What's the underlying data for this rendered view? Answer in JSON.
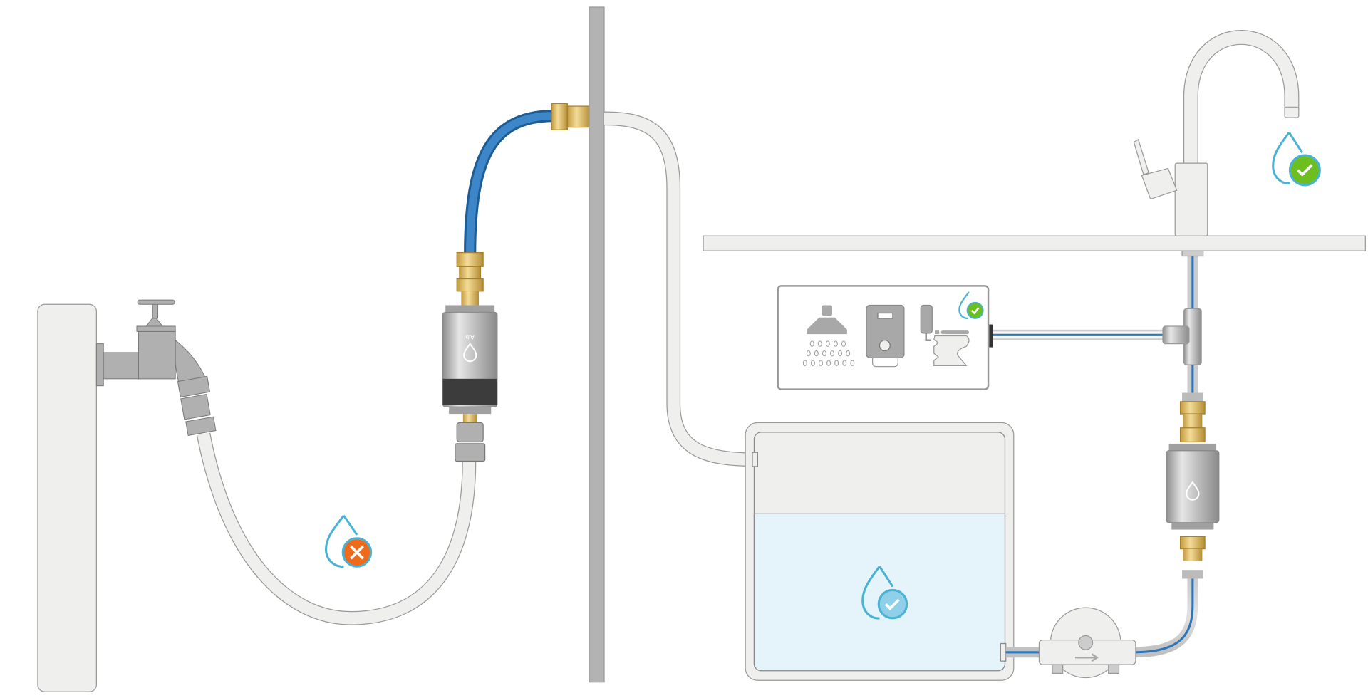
{
  "diagram": {
    "filter_logo_text": "Alb",
    "colors": {
      "wall": "#b3b3b3",
      "fixture": "#efefee",
      "brass": "#d9b45a",
      "blue_hose": "#2f76b8",
      "water": "#e5f3fa",
      "drop_outline": "#4ab3d4",
      "status_bad": "#f06a1c",
      "status_ok": "#6cbf1f",
      "status_ok_tank": "#8fd0e8"
    },
    "status_markers": [
      {
        "location": "garden-hose",
        "state": "not-drinkable",
        "icon": "cross-icon"
      },
      {
        "location": "tank",
        "state": "ok",
        "icon": "check-icon"
      },
      {
        "location": "appliances",
        "state": "ok",
        "icon": "check-icon"
      },
      {
        "location": "kitchen-faucet",
        "state": "ok",
        "icon": "check-icon"
      }
    ],
    "appliances": [
      "shower-icon",
      "water-heater-icon",
      "toilet-icon"
    ]
  }
}
